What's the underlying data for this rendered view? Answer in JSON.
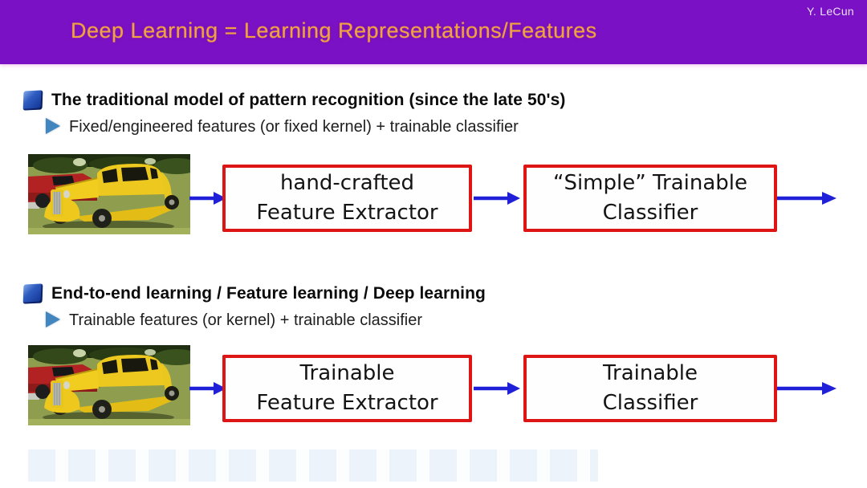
{
  "slide": {
    "header": {
      "title": "Deep Learning = Learning Representations/Features",
      "author": "Y. LeCun"
    },
    "colors": {
      "header_bg": "#7a11c5",
      "title_orange": "#f0a23c",
      "box_border_red": "#dd1515",
      "arrow_blue": "#2020d8",
      "bullet_cube_blue": "#2f5cc0",
      "subbullet_triangle_blue": "#4286c0"
    },
    "sections": [
      {
        "heading": "The traditional model of pattern recognition (since the late 50's)",
        "subpoint": "Fixed/engineered features (or fixed kernel) + trainable classifier",
        "boxes": [
          {
            "line1": "hand-crafted",
            "line2": "Feature Extractor"
          },
          {
            "line1": "“Simple” Trainable",
            "line2": "Classifier"
          }
        ]
      },
      {
        "heading": "End-to-end learning / Feature learning / Deep learning",
        "subpoint": "Trainable features (or kernel) + trainable classifier",
        "boxes": [
          {
            "line1": "Trainable",
            "line2": "Feature Extractor"
          },
          {
            "line1": "Trainable",
            "line2": "Classifier"
          }
        ]
      }
    ]
  }
}
